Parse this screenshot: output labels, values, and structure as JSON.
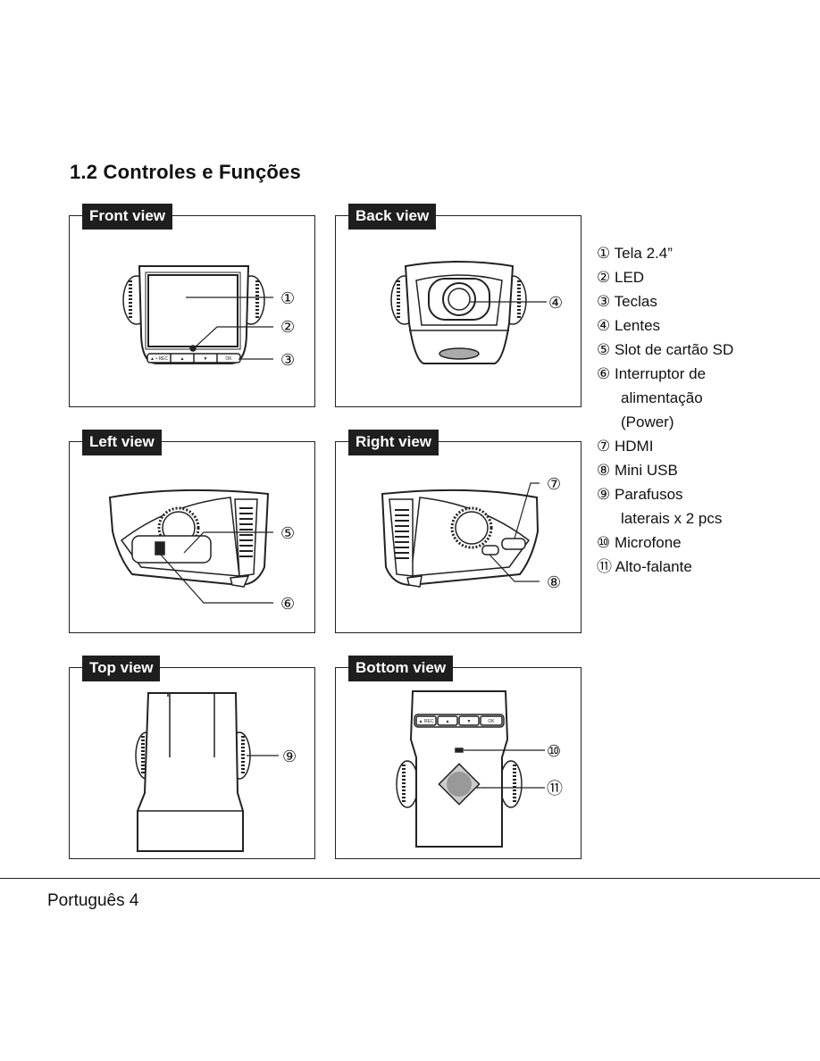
{
  "title": "1.2 Controles e Funções",
  "panels": {
    "front": {
      "tag": "Front view",
      "callouts": [
        "①",
        "②",
        "③"
      ],
      "buttons": [
        "▲ • REC",
        "▲",
        "▼",
        "OK"
      ]
    },
    "back": {
      "tag": "Back view",
      "callouts": [
        "④"
      ]
    },
    "left": {
      "tag": "Left view",
      "callouts": [
        "⑤",
        "⑥"
      ]
    },
    "right": {
      "tag": "Right view",
      "callouts": [
        "⑦",
        "⑧"
      ]
    },
    "top": {
      "tag": "Top view",
      "callouts": [
        "⑨"
      ]
    },
    "bottom": {
      "tag": "Bottom view",
      "callouts": [
        "⑩",
        "⑪"
      ],
      "buttons": [
        "▲ REC",
        "▲",
        "▼",
        "OK"
      ]
    }
  },
  "legend": [
    {
      "num": "①",
      "label": "Tela 2.4”"
    },
    {
      "num": "②",
      "label": "LED"
    },
    {
      "num": "③",
      "label": "Teclas"
    },
    {
      "num": "④",
      "label": "Lentes"
    },
    {
      "num": "⑤",
      "label": "Slot de cartão SD"
    },
    {
      "num": "⑥",
      "label": "Interruptor de",
      "cont": [
        "alimentação",
        "(Power)"
      ]
    },
    {
      "num": "⑦",
      "label": "HDMI"
    },
    {
      "num": "⑧",
      "label": "Mini USB"
    },
    {
      "num": "⑨",
      "label": "Parafusos",
      "cont": [
        "laterais x 2 pcs"
      ]
    },
    {
      "num": "⑩",
      "label": "Microfone"
    },
    {
      "num": "⑪",
      "label": "Alto-falante"
    }
  ],
  "footer": "Português 4"
}
